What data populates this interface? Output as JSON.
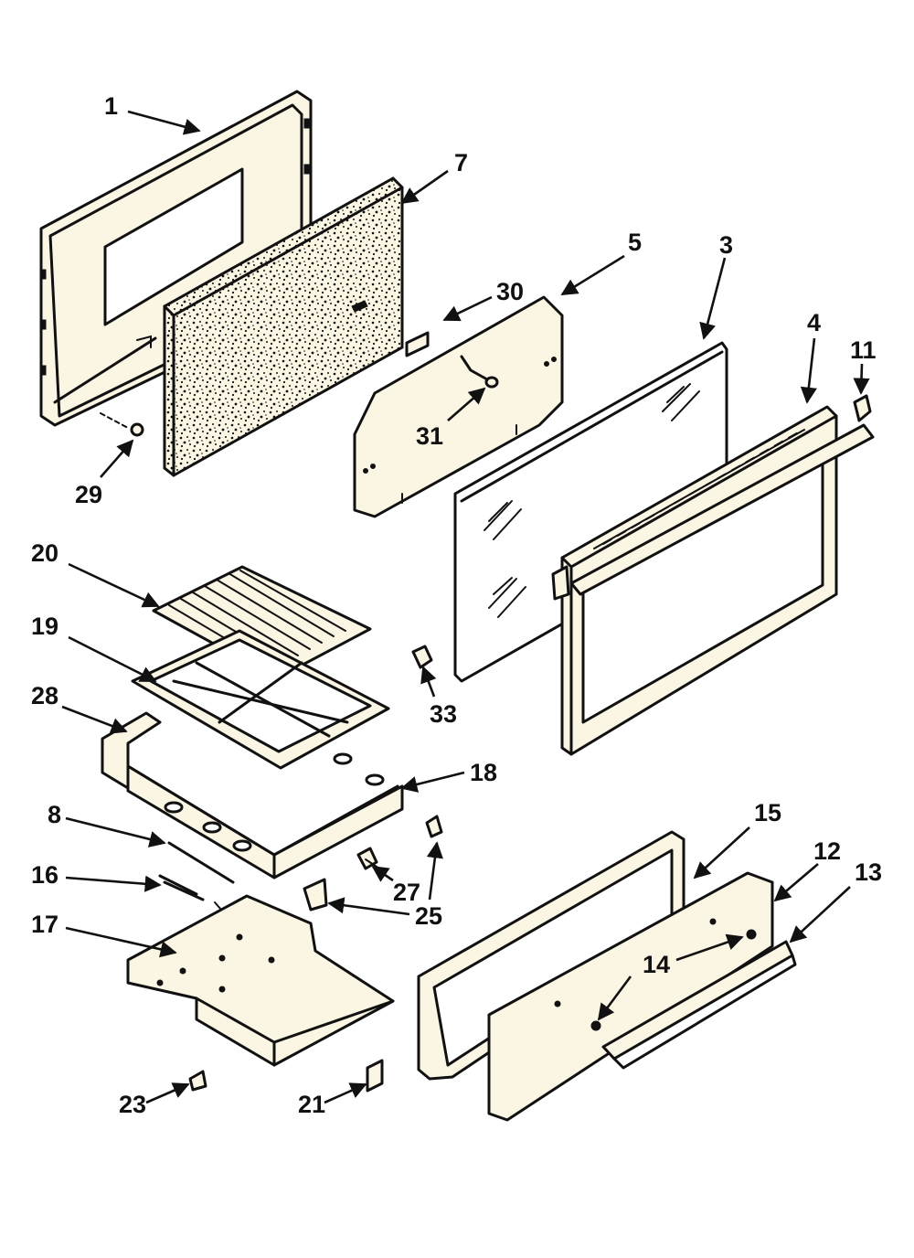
{
  "diagram": {
    "callouts": [
      {
        "label": "1"
      },
      {
        "label": "7"
      },
      {
        "label": "5"
      },
      {
        "label": "3"
      },
      {
        "label": "30"
      },
      {
        "label": "4"
      },
      {
        "label": "11"
      },
      {
        "label": "31"
      },
      {
        "label": "29"
      },
      {
        "label": "20"
      },
      {
        "label": "19"
      },
      {
        "label": "28"
      },
      {
        "label": "33"
      },
      {
        "label": "18"
      },
      {
        "label": "8"
      },
      {
        "label": "15"
      },
      {
        "label": "12"
      },
      {
        "label": "13"
      },
      {
        "label": "16"
      },
      {
        "label": "27"
      },
      {
        "label": "25"
      },
      {
        "label": "17"
      },
      {
        "label": "14"
      },
      {
        "label": "23"
      },
      {
        "label": "21"
      }
    ]
  }
}
